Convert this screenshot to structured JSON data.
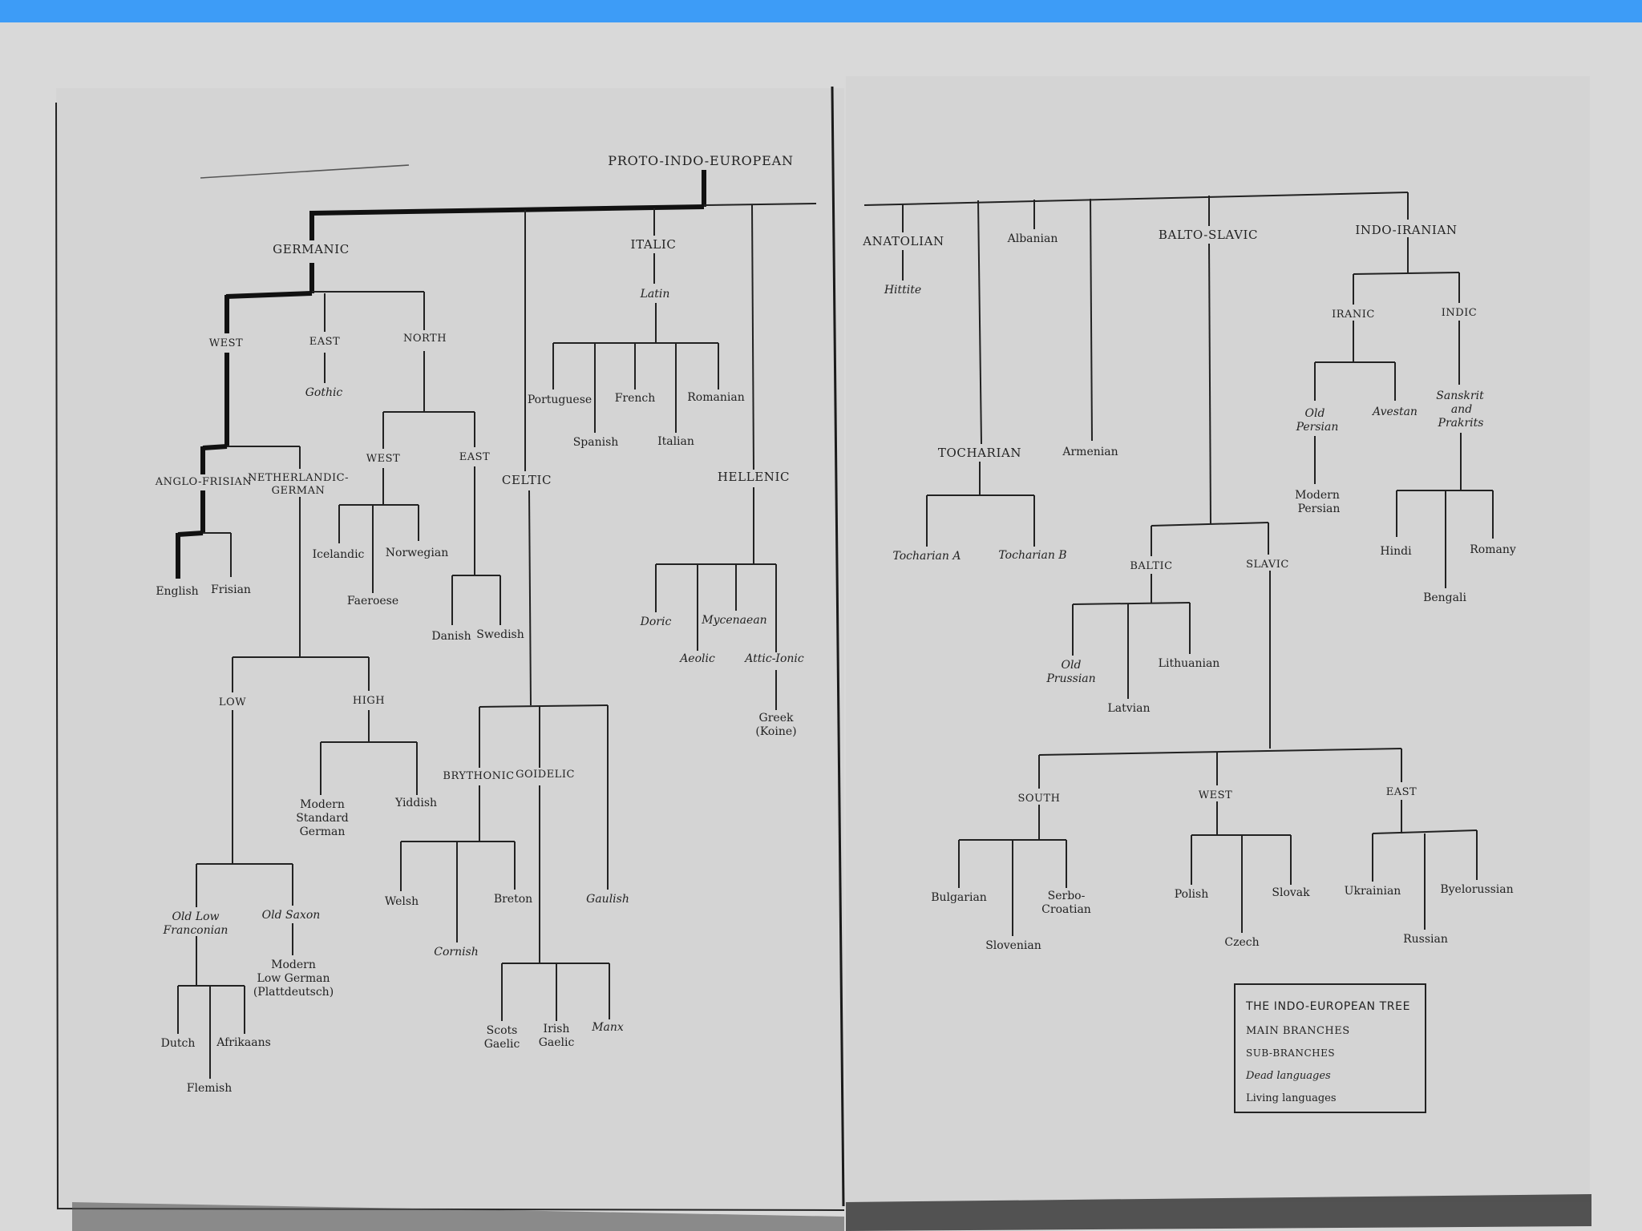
{
  "colors": {
    "topbar": "#3d9cf7",
    "background": "#d9d9d9",
    "page": "#d4d4d4",
    "ink": "#222222"
  },
  "legend": {
    "title": "THE INDO-EUROPEAN TREE",
    "items": [
      "MAIN BRANCHES",
      "SUB-BRANCHES",
      "Dead languages",
      "Living languages"
    ]
  },
  "nodes": {
    "pie": "PROTO-INDO-EUROPEAN",
    "germanic": "GERMANIC",
    "g_west": "WEST",
    "g_east": "EAST",
    "g_north": "NORTH",
    "gothic": "Gothic",
    "anglo_frisian": "ANGLO-FRISIAN",
    "neth_german_1": "NETHERLANDIC-",
    "neth_german_2": "GERMAN",
    "english": "English",
    "frisian": "Frisian",
    "n_west": "WEST",
    "n_east": "EAST",
    "icelandic": "Icelandic",
    "norwegian": "Norwegian",
    "faeroese": "Faeroese",
    "danish": "Danish",
    "swedish": "Swedish",
    "low": "LOW",
    "high": "HIGH",
    "msg_1": "Modern",
    "msg_2": "Standard",
    "msg_3": "German",
    "yiddish": "Yiddish",
    "olf_1": "Old Low",
    "olf_2": "Franconian",
    "old_saxon": "Old Saxon",
    "mlg_1": "Modern",
    "mlg_2": "Low German",
    "mlg_3": "(Plattdeutsch)",
    "dutch": "Dutch",
    "afrikaans": "Afrikaans",
    "flemish": "Flemish",
    "celtic": "CELTIC",
    "brythonic": "BRYTHONIC",
    "goidelic": "GOIDELIC",
    "welsh": "Welsh",
    "breton": "Breton",
    "cornish": "Cornish",
    "gaulish": "Gaulish",
    "scots_1": "Scots",
    "scots_2": "Gaelic",
    "irish_1": "Irish",
    "irish_2": "Gaelic",
    "manx": "Manx",
    "italic": "ITALIC",
    "latin": "Latin",
    "portuguese": "Portuguese",
    "french": "French",
    "romanian": "Romanian",
    "spanish": "Spanish",
    "italian": "Italian",
    "hellenic": "HELLENIC",
    "doric": "Doric",
    "mycenaean": "Mycenaean",
    "aeolic": "Aeolic",
    "attic_ionic": "Attic-Ionic",
    "greek_1": "Greek",
    "greek_2": "(Koine)",
    "anatolian": "ANATOLIAN",
    "hittite": "Hittite",
    "albanian": "Albanian",
    "tocharian": "TOCHARIAN",
    "tocharian_a": "Tocharian A",
    "tocharian_b": "Tocharian B",
    "armenian": "Armenian",
    "balto_slavic": "BALTO-SLAVIC",
    "baltic": "BALTIC",
    "slavic": "SLAVIC",
    "old_prussian_1": "Old",
    "old_prussian_2": "Prussian",
    "lithuanian": "Lithuanian",
    "latvian": "Latvian",
    "south": "SOUTH",
    "s_west": "WEST",
    "s_east": "EAST",
    "bulgarian": "Bulgarian",
    "serbo_1": "Serbo-",
    "serbo_2": "Croatian",
    "slovenian": "Slovenian",
    "polish": "Polish",
    "slovak": "Slovak",
    "czech": "Czech",
    "ukrainian": "Ukrainian",
    "byelorussian": "Byelorussian",
    "russian": "Russian",
    "indo_iranian": "INDO-IRANIAN",
    "iranic": "IRANIC",
    "indic": "INDIC",
    "old_persian_1": "Old",
    "old_persian_2": "Persian",
    "avestan": "Avestan",
    "sanskrit_1": "Sanskrit",
    "sanskrit_2": "and",
    "sanskrit_3": "Prakrits",
    "modern_persian_1": "Modern",
    "modern_persian_2": "Persian",
    "hindi": "Hindi",
    "romany": "Romany",
    "bengali": "Bengali"
  }
}
